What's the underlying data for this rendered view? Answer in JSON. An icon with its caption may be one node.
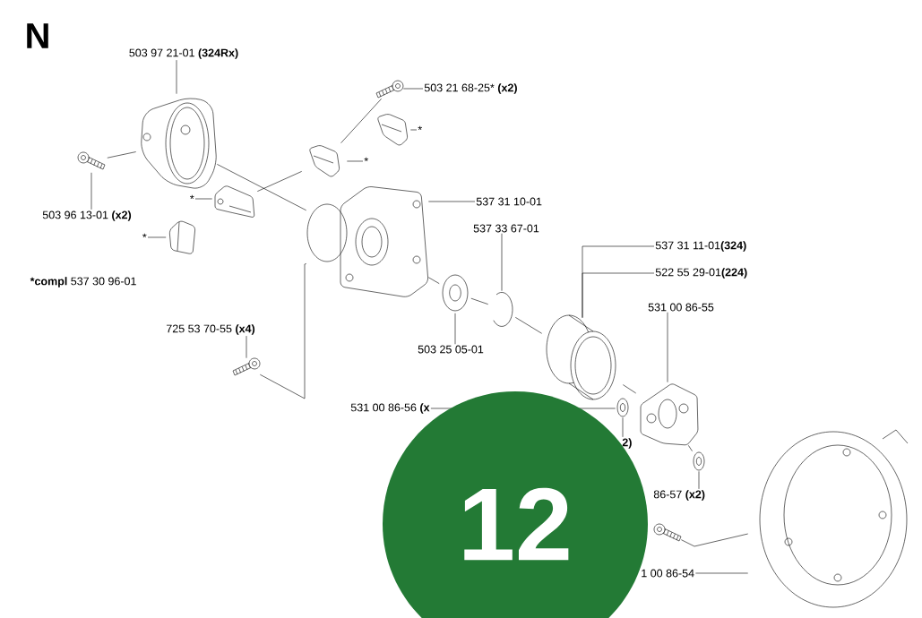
{
  "diagram": {
    "nodes": [
      {
        "text": [
          "503 97 21-01 **(324Rx)**"
        ]
      },
      {
        "text": [],
        "shape": "picture"
      },
      {
        "text": [
          "503 21 68-25* **(x2)**"
        ]
      },
      {
        "text": [],
        "shape": "picture"
      },
      {
        "text": [
          "*"
        ]
      },
      {
        "text": [],
        "shape": "picture"
      },
      {
        "text": [
          "*"
        ]
      },
      {
        "text": [],
        "shape": "picture"
      },
      {
        "text": [
          "*"
        ]
      },
      {
        "text": [],
        "shape": "picture"
      },
      {
        "text": [
          "*"
        ]
      },
      {
        "text": [],
        "shape": "picture"
      },
      {
        "text": [
          "503 96 13-01 **(x2)**"
        ]
      },
      {
        "text": [],
        "shape": "picture"
      },
      {
        "text": [
          "537 31 10-01"
        ]
      },
      {
        "text": [],
        "shape": "picture"
      },
      {
        "text": [
          "537 33 67-01"
        ]
      },
      {
        "text": [],
        "shape": "picture"
      },
      {
        "text": [
          "503 25 05-01"
        ]
      },
      {
        "text": [],
        "shape": "picture"
      },
      {
        "text": [
          "537 31 11-01**(324)**"
        ]
      },
      {
        "text": [
          "522 55 29-01**(224)**"
        ]
      },
      {
        "text": [],
        "shape": "picture"
      },
      {
        "text": [
          "531 00 86-55"
        ]
      },
      {
        "text": [],
        "shape": "picture"
      },
      {
        "text": [
          "725 53 70-55 **(x4)**"
        ]
      },
      {
        "text": [],
        "shape": "picture"
      },
      {
        "text": [
          "531 00 86-56 **(x**"
        ]
      },
      {
        "text": [],
        "shape": "picture"
      },
      {
        "text": [
          "2)"
        ]
      },
      {
        "text": [
          "86-57 **(x2)**"
        ]
      },
      {
        "text": [],
        "shape": "picture"
      },
      {
        "text": [
          "1 00 86-54"
        ]
      },
      {
        "text": [],
        "shape": "picture"
      },
      {
        "text": [
          "12"
        ]
      },
      {
        "text": [],
        "shape": "picture"
      }
    ],
    "edges": [
      {
        "from": 0,
        "to": 1,
        "arrow": "none"
      },
      {
        "from": 2,
        "to": 3,
        "arrow": "none"
      },
      {
        "from": 4,
        "to": 5,
        "arrow": "none"
      },
      {
        "from": 6,
        "to": 7,
        "arrow": "none"
      },
      {
        "from": 8,
        "to": 9,
        "arrow": "none"
      },
      {
        "from": 10,
        "to": 11,
        "arrow": "none"
      },
      {
        "from": 12,
        "to": 13,
        "arrow": "none"
      },
      {
        "from": 14,
        "to": 15,
        "arrow": "none"
      },
      {
        "from": 16,
        "to": 17,
        "arrow": "none"
      },
      {
        "from": 18,
        "to": 19,
        "arrow": "none"
      },
      {
        "from": 20,
        "to": 22,
        "arrow": "none"
      },
      {
        "from": 21,
        "to": 22,
        "arrow": "none"
      },
      {
        "from": 23,
        "to": 24,
        "arrow": "none"
      },
      {
        "from": 25,
        "to": 26,
        "arrow": "none"
      },
      {
        "from": 27,
        "to": 28,
        "arrow": "none"
      },
      {
        "from": 29,
        "to": 28,
        "arrow": "none"
      },
      {
        "from": 30,
        "to": 31,
        "arrow": "none"
      },
      {
        "from": 32,
        "to": 33,
        "arrow": "none"
      },
      {
        "from": 13,
        "to": 1,
        "arrow": "none"
      },
      {
        "from": 1,
        "to": 15,
        "arrow": "none"
      },
      {
        "from": 3,
        "to": 7,
        "arrow": "none"
      },
      {
        "from": 7,
        "to": 9,
        "arrow": "none"
      },
      {
        "from": 15,
        "to": 19,
        "arrow": "none"
      },
      {
        "from": 19,
        "to": 17,
        "arrow": "none"
      },
      {
        "from": 17,
        "to": 22,
        "arrow": "none"
      },
      {
        "from": 22,
        "to": 24,
        "arrow": "none"
      },
      {
        "from": 24,
        "to": 31,
        "arrow": "none"
      },
      {
        "from": 26,
        "to": 15,
        "arrow": "none"
      },
      {
        "from": 35,
        "to": 33,
        "arrow": "none"
      }
    ],
    "labels": [
      "N",
      "***compl** 537 30 96-01"
    ]
  }
}
